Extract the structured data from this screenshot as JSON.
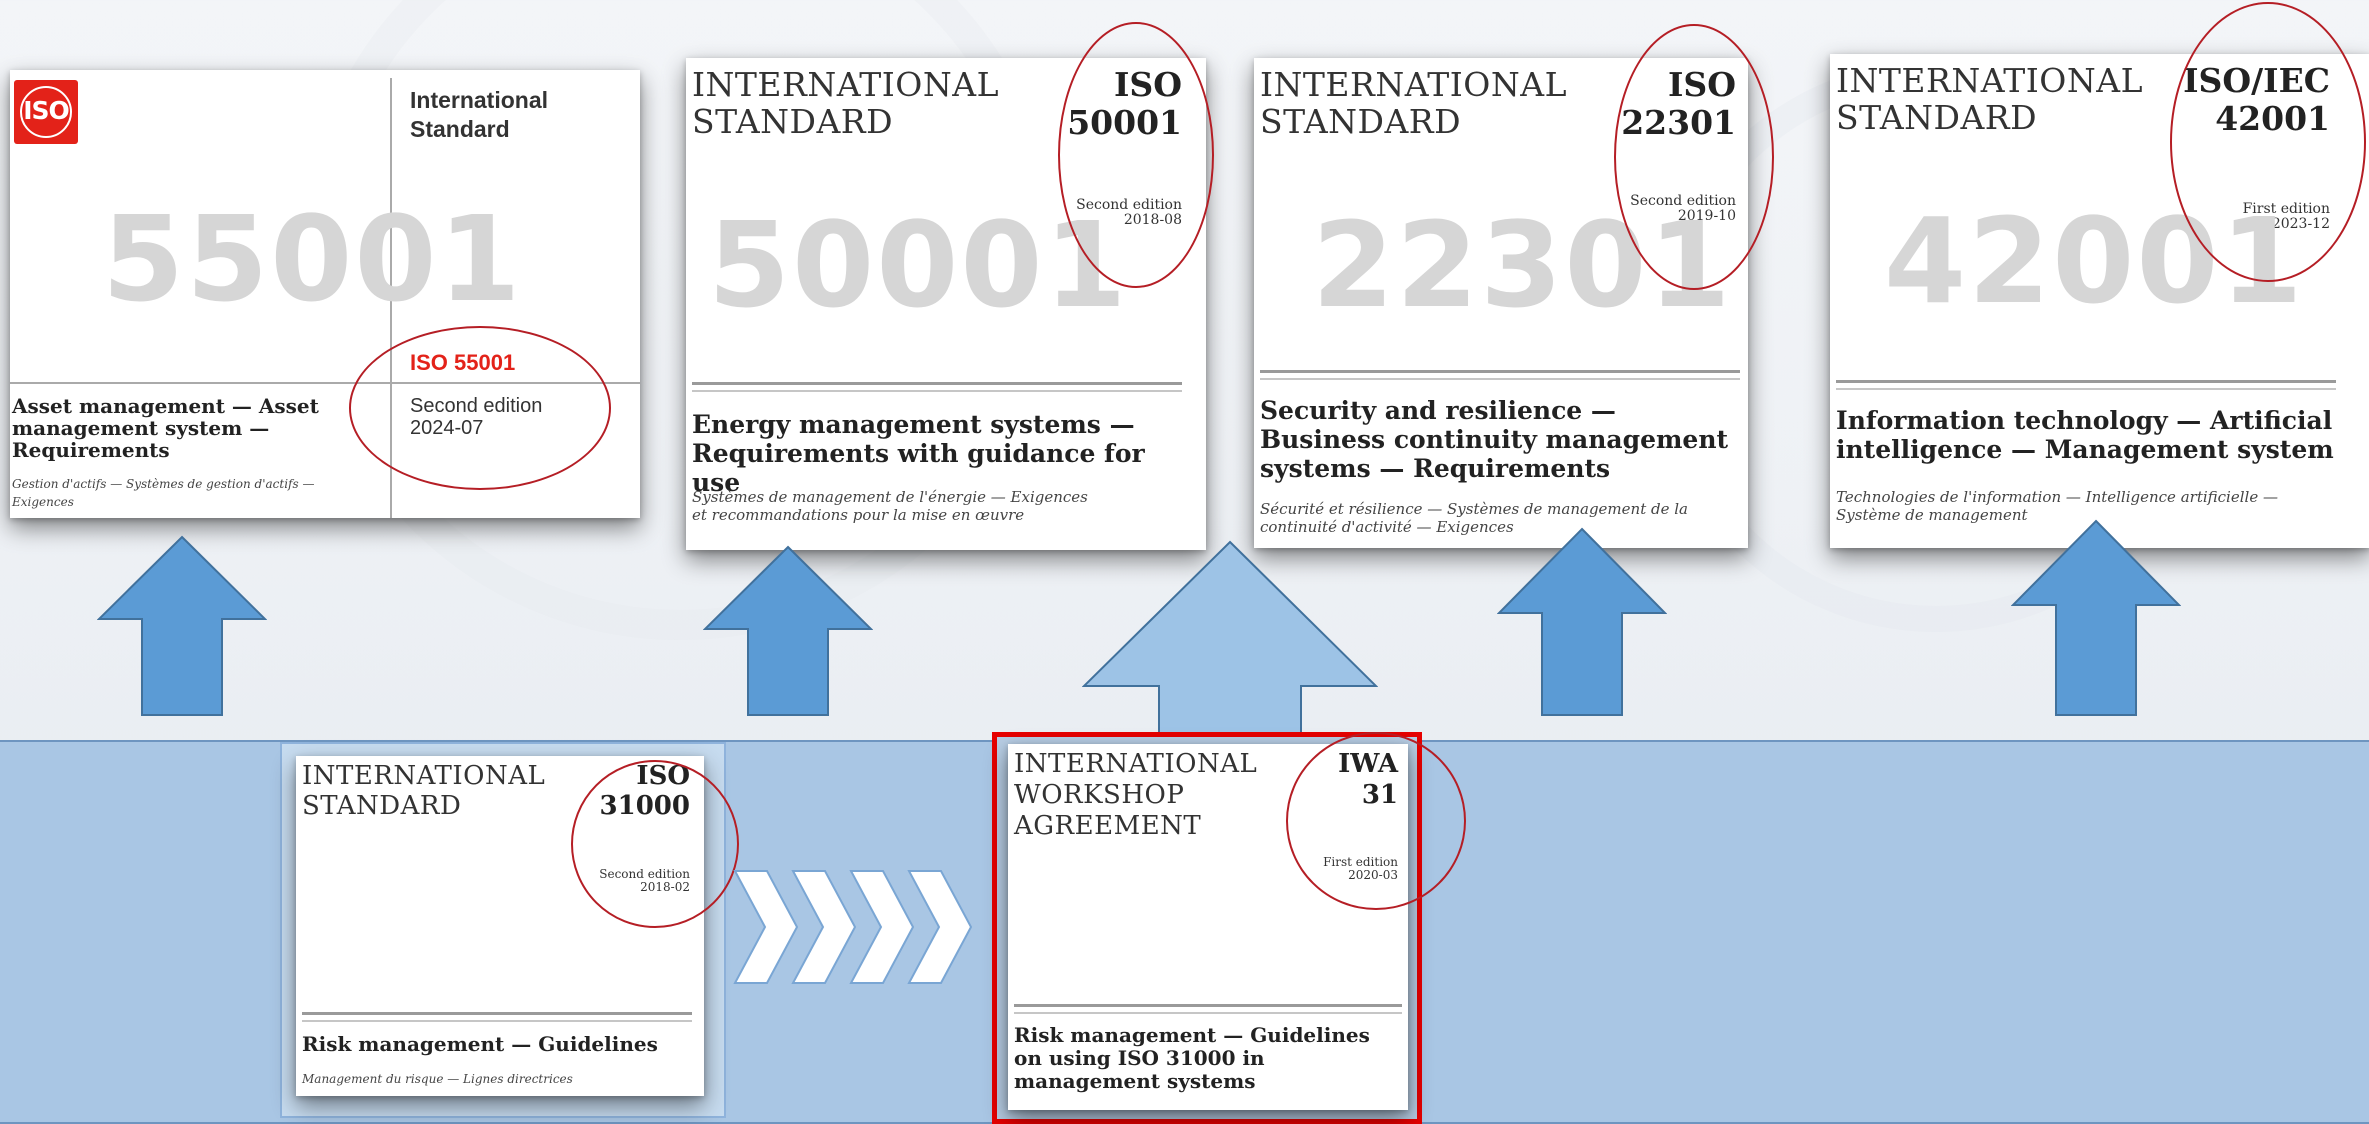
{
  "colors": {
    "arrow_fill": "#5b9bd5",
    "arrow_stroke": "#41719c",
    "big_arrow_fill": "#9dc3e6",
    "band": "#a9c6e4",
    "highlight_ellipse": "#b51e25",
    "iwa_frame": "#e60000",
    "iso_red": "#e32219"
  },
  "iso55001": {
    "logo": "ISO",
    "header": "International\nStandard",
    "bignum": "55001",
    "code": "ISO 55001",
    "edition": "Second edition\n2024-07",
    "title": "Asset management — Asset management system — Requirements",
    "subtitle": "Gestion d'actifs — Systèmes de gestion d'actifs — Exigences"
  },
  "iso50001": {
    "header": "INTERNATIONAL\nSTANDARD",
    "code": "ISO\n50001",
    "edition": "Second edition\n2018-08",
    "bignum": "50001",
    "title": "Energy management systems — Requirements with guidance for use",
    "subtitle": "Systèmes de management de l'énergie — Exigences et recommandations pour la mise en œuvre"
  },
  "iso22301": {
    "header": "INTERNATIONAL\nSTANDARD",
    "code": "ISO\n22301",
    "edition": "Second edition\n2019-10",
    "bignum": "22301",
    "title": "Security and resilience — Business continuity management systems — Requirements",
    "subtitle": "Sécurité et résilience — Systèmes de management de la continuité d'activité — Exigences"
  },
  "iso42001": {
    "header": "INTERNATIONAL\nSTANDARD",
    "code": "ISO/IEC\n42001",
    "edition": "First edition\n2023-12",
    "bignum": "42001",
    "title": "Information technology — Artificial intelligence — Management system",
    "subtitle": "Technologies de l'information — Intelligence artificielle — Système de management"
  },
  "iso31000": {
    "header": "INTERNATIONAL\nSTANDARD",
    "code": "ISO\n31000",
    "edition": "Second edition\n2018-02",
    "title": "Risk management — Guidelines",
    "subtitle": "Management du risque — Lignes directrices"
  },
  "iwa31": {
    "header": "INTERNATIONAL\nWORKSHOP\nAGREEMENT",
    "code": "IWA\n31",
    "edition": "First edition\n2020-03",
    "title": "Risk management — Guidelines on using ISO 31000 in management systems"
  }
}
